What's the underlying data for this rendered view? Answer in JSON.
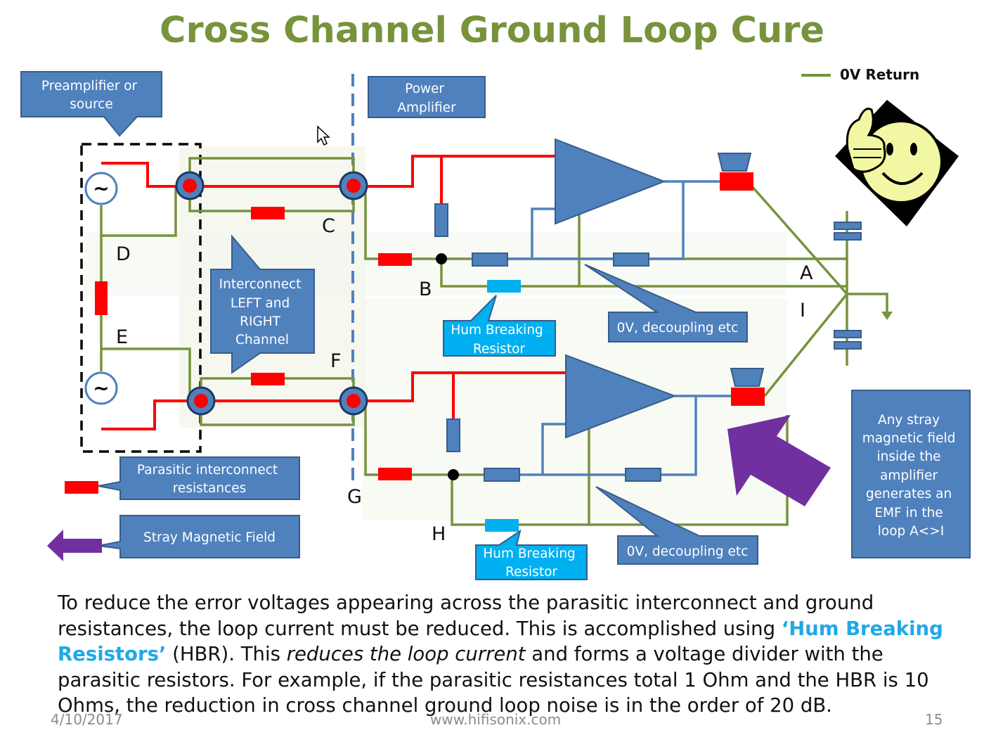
{
  "title": "Cross Channel Ground Loop Cure",
  "legend": {
    "label": "0V Return",
    "color": "#77933C"
  },
  "callouts": {
    "preamp": [
      "Preamplifier or",
      "source"
    ],
    "power_amp": [
      "Power",
      "Amplifier"
    ],
    "interconnect": [
      "Interconnect",
      "LEFT and",
      "RIGHT",
      "Channel"
    ],
    "hbr_top": [
      "Hum Breaking",
      "Resistor"
    ],
    "hbr_bottom": [
      "Hum Breaking",
      "Resistor"
    ],
    "ov_top": [
      "0V, decoupling etc"
    ],
    "ov_bottom": [
      "0V, decoupling etc"
    ],
    "parasitic": [
      "Parasitic interconnect",
      "resistances"
    ],
    "stray": [
      "Stray Magnetic Field"
    ],
    "emf": [
      "Any stray",
      "magnetic field",
      "inside the",
      "amplifier",
      "generates an",
      "EMF in the",
      "loop A<>I"
    ]
  },
  "node_labels": {
    "A": "A",
    "B": "B",
    "C": "C",
    "D": "D",
    "E": "E",
    "F": "F",
    "G": "G",
    "H": "H",
    "I": "I"
  },
  "source_symbol": "~",
  "body": {
    "part1": "To reduce the error voltages appearing across the parasitic interconnect and ground resistances, the loop current must be reduced.  This is accomplished using ",
    "highlight": "‘Hum Breaking Resistors’",
    "part2": " (HBR).  This ",
    "emphasis": "reduces the loop current",
    "part3": " and forms a voltage divider with the parasitic resistors.  For example, if the parasitic resistances total 1 Ohm and the HBR is 10 Ohms, the reduction in cross channel ground loop noise is in the order of 20 dB."
  },
  "footer": {
    "date": "4/10/2017",
    "url": "www.hifisonix.com",
    "page": "15"
  },
  "colors": {
    "wire_red": "#FF0000",
    "wire_green": "#77933C",
    "wire_blue": "#4F81BD",
    "box_blue": "#4F81BD",
    "box_border": "#385D8A",
    "hbr_cyan": "#00B0F0",
    "magnetic_purple": "#7030A0",
    "title_green": "#77933C",
    "highlight_cyan": "#1FA9E6",
    "smiley_yellow": "#F2F7A4"
  }
}
